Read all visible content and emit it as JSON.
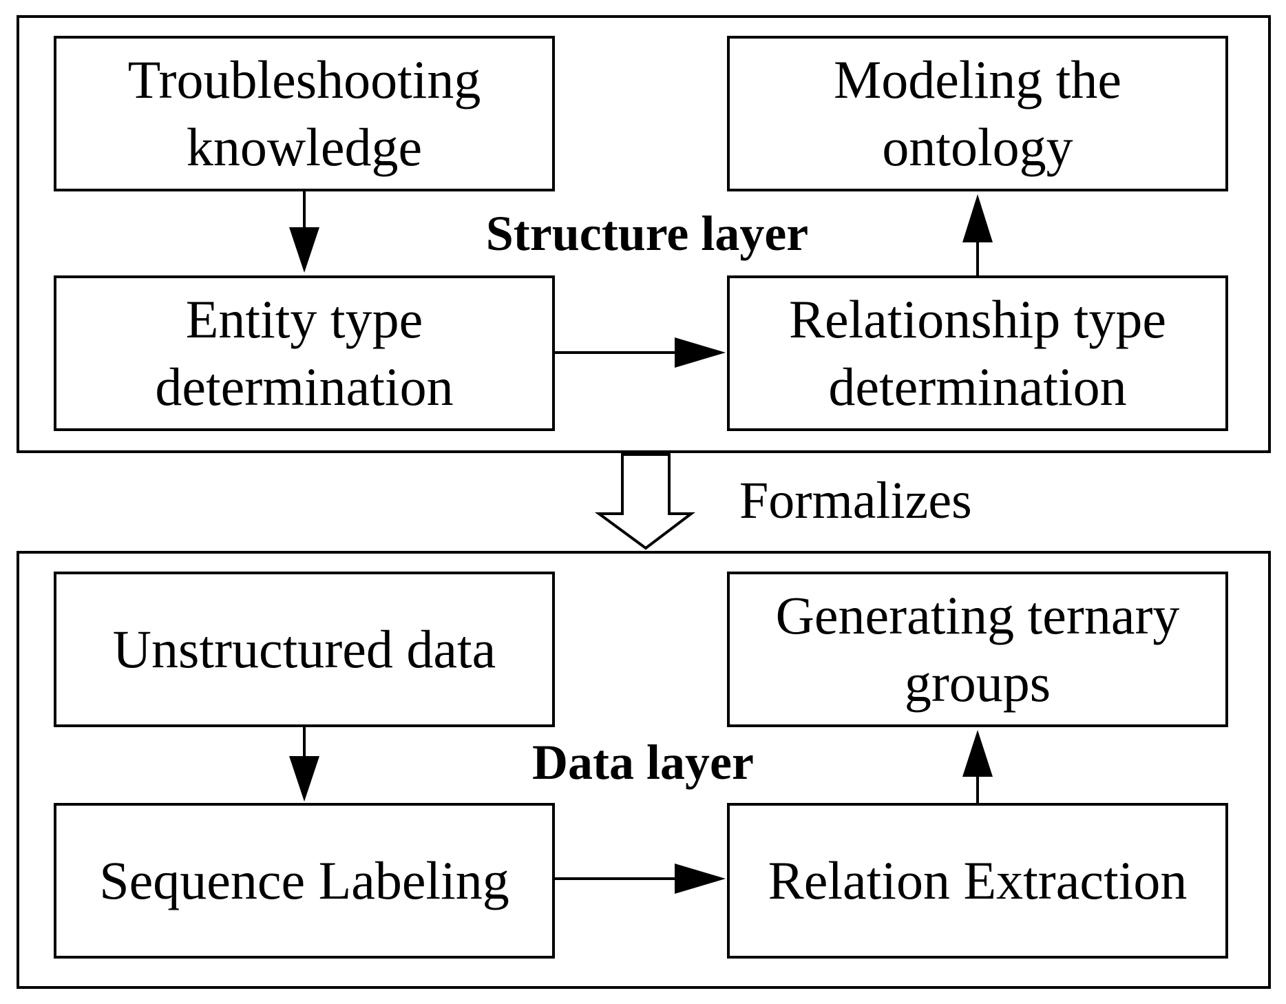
{
  "structure_layer": {
    "label": "Structure layer",
    "nodes": {
      "troubleshooting": "Troubleshooting knowledge",
      "entity_type": "Entity type determination",
      "relationship_type": "Relationship type determination",
      "modeling": "Modeling the ontology"
    }
  },
  "transition": {
    "label": "Formalizes"
  },
  "data_layer": {
    "label": "Data layer",
    "nodes": {
      "unstructured": "Unstructured data",
      "sequence_labeling": "Sequence Labeling",
      "relation_extraction": "Relation Extraction",
      "ternary_groups": "Generating ternary groups"
    }
  }
}
